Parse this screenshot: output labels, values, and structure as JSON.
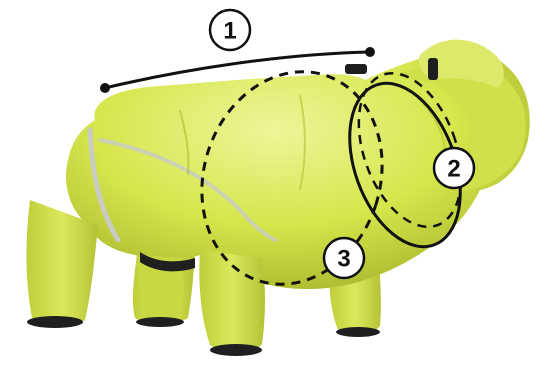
{
  "markers": [
    {
      "label": "1"
    },
    {
      "label": "2"
    },
    {
      "label": "3"
    }
  ],
  "colors": {
    "suit_main": "#d6e64c",
    "suit_light": "#e4f07a",
    "suit_shadow": "#a8b62a",
    "reflective_stripe": "#c9ccc2",
    "cuff": "#1f1f1f",
    "line": "#111111"
  },
  "icons": {
    "garment": "dog-snowsuit-illustration"
  }
}
